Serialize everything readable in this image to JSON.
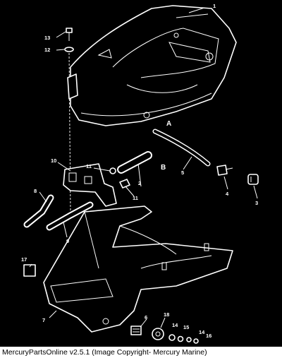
{
  "diagram": {
    "callouts": [
      "1",
      "2",
      "3",
      "4",
      "5",
      "6",
      "7",
      "8",
      "9",
      "10",
      "11",
      "11",
      "12",
      "13",
      "14",
      "14",
      "15",
      "16",
      "17",
      "18"
    ],
    "view_labels": [
      "A",
      "B"
    ]
  },
  "footer": {
    "caption": "MercuryPartsOnline v2.5.1 (Image Copyright- Mercury Marine)"
  },
  "colors": {
    "background": "#000000",
    "lines": "#ffffff",
    "footer_bg": "#ffffff"
  }
}
